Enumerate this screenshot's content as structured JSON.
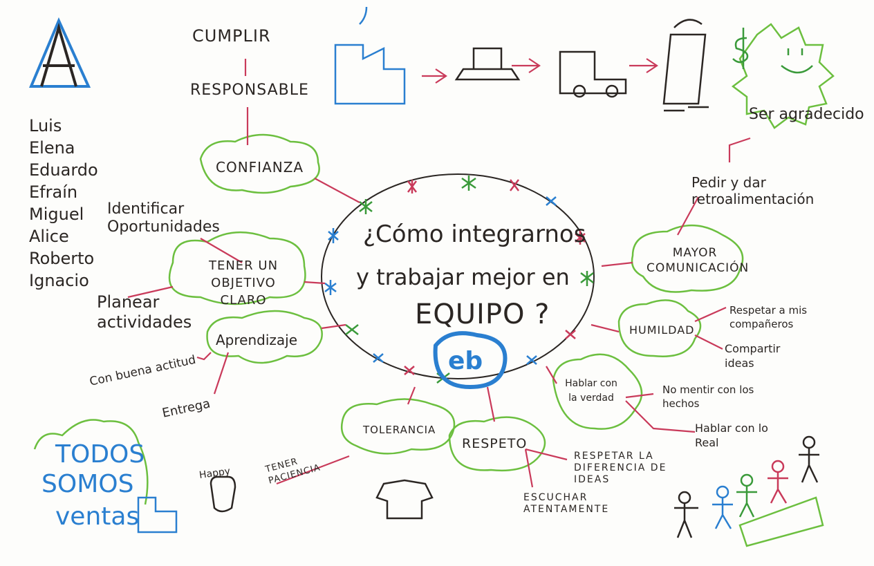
{
  "central_question": {
    "line1": "¿Cómo integrarnos",
    "line2": "y trabajar mejor en",
    "line3": "equipo ?"
  },
  "team_names": [
    "Luis",
    "Elena",
    "Eduardo",
    "Efraín",
    "Miguel",
    "Alice",
    "Roberto",
    "Ignacio"
  ],
  "top_left": {
    "cumplir": "CUMPLIR",
    "responsable": "RESPONSABLE",
    "confianza": "CONFIANZA"
  },
  "objetivo": {
    "title": "Tener un objetivo claro",
    "identificar": "Identificar Oportunidades",
    "planear": "Planear actividades"
  },
  "aprendizaje": {
    "title": "Aprendizaje",
    "actitud": "Con buena actitud",
    "entrega": "Entrega"
  },
  "comunicacion": {
    "title": "Mayor comunicación",
    "retro": "Pedir y dar retroalimentación",
    "agradecido": "Ser agradecido"
  },
  "humildad": {
    "title": "Humildad",
    "respetar": "Respetar a mis compañeros",
    "compartir": "Compartir ideas"
  },
  "verdad": {
    "title": "Hablar con la verdad",
    "no_mentir": "No mentir con los hechos",
    "real": "Hablar con lo Real"
  },
  "tolerancia": {
    "title": "Tolerancia",
    "paciencia": "Tener paciencia",
    "happy": "Happy"
  },
  "respeto": {
    "title": "Respeto",
    "diferencia": "Respetar la diferencia de ideas",
    "escuchar": "Escuchar atentamente"
  },
  "slogan": {
    "line1": "TODOS",
    "line2": "SOMOS",
    "line3": "ventas"
  },
  "logo_text": "eb",
  "colors": {
    "green": "#6cbf3f",
    "red": "#c93a5a",
    "blue": "#2a7fd0",
    "ink": "#2b2623"
  }
}
